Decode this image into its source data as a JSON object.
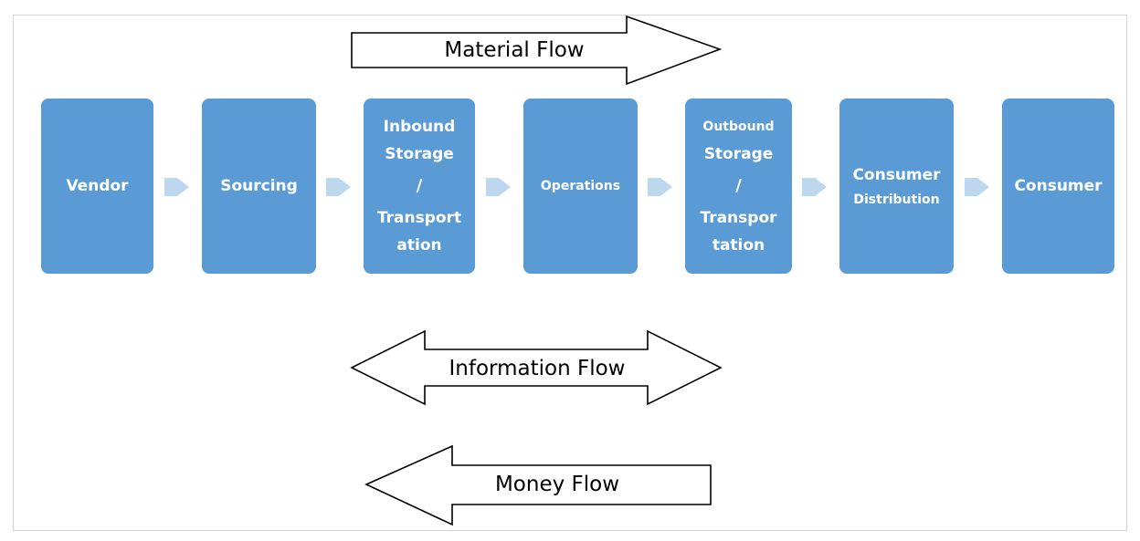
{
  "stages": [
    {
      "lines": [
        "Vendor"
      ]
    },
    {
      "lines": [
        "Sourcing"
      ]
    },
    {
      "lines": [
        "Inbound",
        "Storage",
        "/",
        "Transport",
        "ation"
      ]
    },
    {
      "lines": [
        "Operations"
      ]
    },
    {
      "lines": [
        "Outbound",
        "Storage",
        "/",
        "Transpor",
        "tation"
      ]
    },
    {
      "lines": [
        "Consumer",
        "Distribution"
      ]
    },
    {
      "lines": [
        "Consumer"
      ]
    }
  ],
  "flows": {
    "material": "Material Flow",
    "information": "Information Flow",
    "money": "Money Flow"
  },
  "colors": {
    "stage_fill": "#5b9bd5",
    "connector_fill": "#bdd7ee",
    "arrow_stroke": "#000000"
  },
  "icons": {
    "connector": "chevron-right-icon",
    "material_flow": "arrow-right-icon",
    "information_flow": "double-arrow-icon",
    "money_flow": "arrow-left-icon"
  }
}
